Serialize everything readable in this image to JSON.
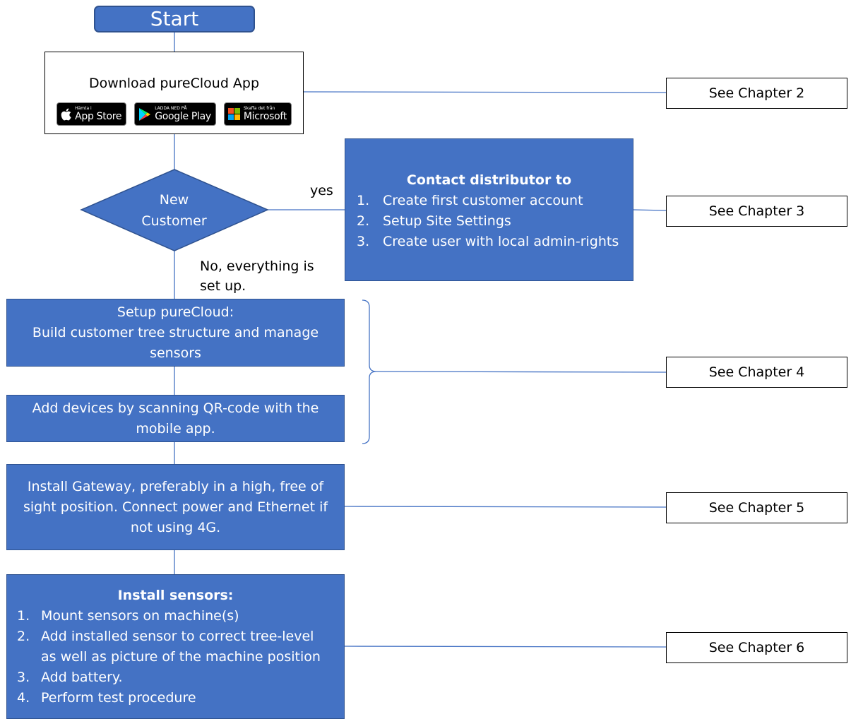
{
  "start": {
    "label": "Start"
  },
  "download": {
    "title": "Download pureCloud App",
    "badges": [
      {
        "icon": "apple-icon",
        "small": "Hämta i",
        "big": "App Store"
      },
      {
        "icon": "google-play-icon",
        "small": "LADDA NED PÅ",
        "big": "Google Play"
      },
      {
        "icon": "microsoft-icon",
        "small": "Skaffa det från",
        "big": "Microsoft"
      }
    ]
  },
  "decision": {
    "label_line1": "New",
    "label_line2": "Customer",
    "yes_label": "yes",
    "no_label_line1": "No, everything is",
    "no_label_line2": "set up."
  },
  "distributor": {
    "title": "Contact distributor to",
    "steps": [
      {
        "num": "1.",
        "text": "Create first customer account"
      },
      {
        "num": "2.",
        "text": "Setup Site Settings"
      },
      {
        "num": "3.",
        "text": "Create user with local admin-rights"
      }
    ]
  },
  "setup": {
    "line1": "Setup pureCloud:",
    "line2": "Build customer tree structure and manage",
    "line3": "sensors"
  },
  "add_devices": {
    "line1": "Add devices by scanning QR-code with the",
    "line2": "mobile app."
  },
  "gateway": {
    "line1": "Install Gateway, preferably in a high, free of",
    "line2": "sight position. Connect power and Ethernet if",
    "line3": "not using 4G."
  },
  "sensors": {
    "title": "Install sensors:",
    "steps": [
      {
        "num": "1.",
        "text": "Mount sensors on machine(s)"
      },
      {
        "num": "2.",
        "text": "Add installed sensor to correct tree-level"
      },
      {
        "num": "",
        "text": "as well as picture of the machine position"
      },
      {
        "num": "3.",
        "text": "Add battery."
      },
      {
        "num": "4.",
        "text": "Perform test procedure"
      }
    ]
  },
  "chapters": {
    "ch2": "See Chapter 2",
    "ch3": "See Chapter 3",
    "ch4": "See Chapter 4",
    "ch5": "See Chapter 5",
    "ch6": "See Chapter 6"
  },
  "colors": {
    "box_fill": "#4472C4",
    "box_border": "#2F528F",
    "connector": "#4472C4"
  }
}
